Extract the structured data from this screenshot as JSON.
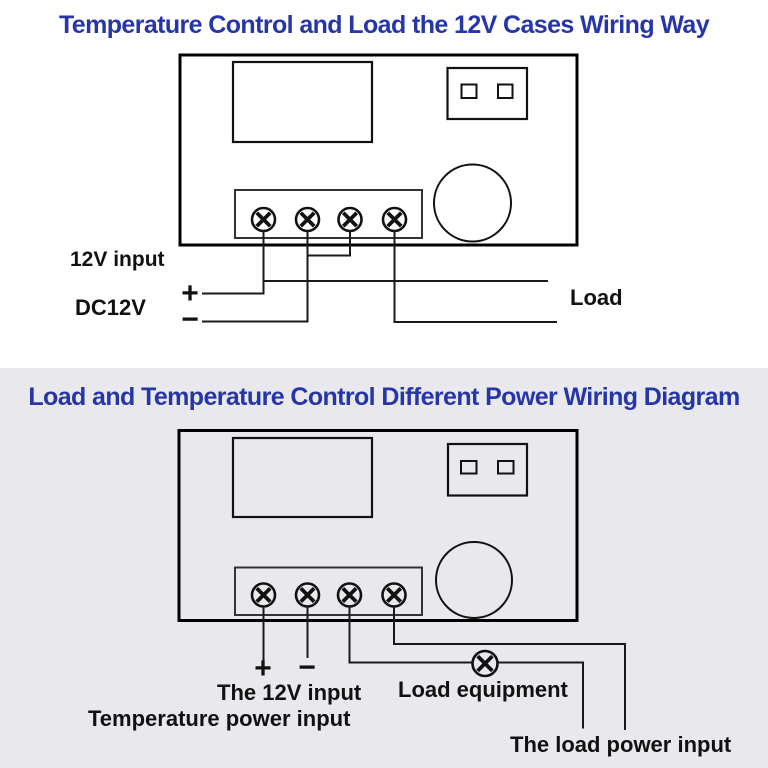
{
  "colors": {
    "title_blue": "#2636a6",
    "label_black": "#111111",
    "line": "#1a1a1a",
    "board_stroke": "#000000",
    "top_panel_bg": "#ffffff",
    "bottom_panel_bg": "#e9e9ed"
  },
  "top_panel": {
    "title": "Temperature Control and Load the 12V Cases Wiring Way",
    "labels": {
      "input_12v": "12V input",
      "dc12v": "DC12V",
      "plus": "+",
      "minus": "−",
      "load": "Load"
    }
  },
  "bottom_panel": {
    "title": "Load and Temperature Control Different Power Wiring Diagram",
    "labels": {
      "plus": "+",
      "minus": "−",
      "the_12v_input": "The 12V input",
      "temperature_power_input": "Temperature power input",
      "load_equipment": "Load equipment",
      "load_power_input": "The load power input"
    }
  }
}
